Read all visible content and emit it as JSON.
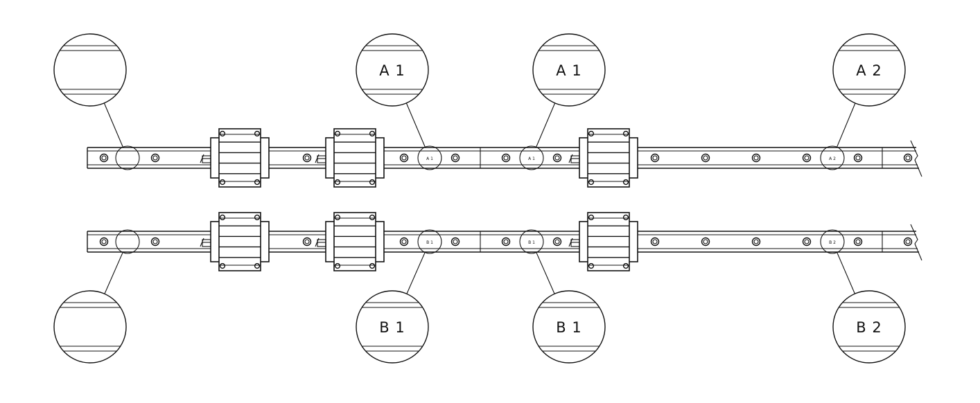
{
  "drawing": {
    "line_color": "#111111",
    "background": "#ffffff",
    "rails": [
      {
        "id": "A",
        "bubbles": [
          {
            "label": "",
            "marker": ""
          },
          {
            "label": "A 1",
            "marker": "A 1"
          },
          {
            "label": "A 1",
            "marker": "A 1"
          },
          {
            "label": "A 2",
            "marker": "A 2"
          }
        ]
      },
      {
        "id": "B",
        "bubbles": [
          {
            "label": "",
            "marker": ""
          },
          {
            "label": "B 1",
            "marker": "B 1"
          },
          {
            "label": "B 1",
            "marker": "B 1"
          },
          {
            "label": "B 2",
            "marker": "B 2"
          }
        ]
      }
    ]
  }
}
